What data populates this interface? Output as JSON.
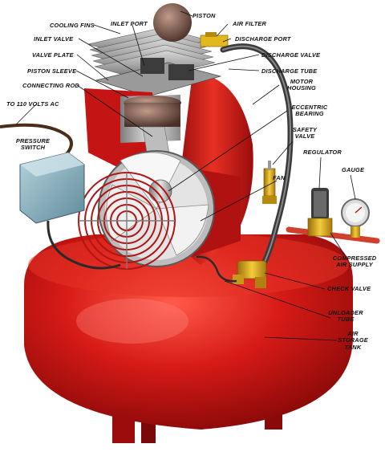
{
  "labels": {
    "cooling_fins": "COOLING FINS",
    "inlet_port": "INLET PORT",
    "piston": "PISTON",
    "air_filter": "AIR FILTER",
    "inlet_valve": "INLET VALVE",
    "discharge_port": "DISCHARGE PORT",
    "valve_plate": "VALVE PLATE",
    "discharge_valve": "DISCHARGE VALVE",
    "piston_sleeve": "PISTON SLEEVE",
    "discharge_tube": "DISCHARGE TUBE",
    "connecting_rod": "CONNECTING ROD",
    "motor_housing": "MOTOR HOUSING",
    "to_110_volts": "TO 110 VOLTS AC",
    "eccentric_bearing": "ECCENTRIC BEARING",
    "safety_valve": "SAFETY VALVE",
    "pressure_switch": "PRESSURE SWITCH",
    "regulator": "REGULATOR",
    "gauge": "GAUGE",
    "fan": "FAN",
    "compressed_air_supply": "COMPRESSED AIR SUPPLY",
    "check_valve": "CHECK VALVE",
    "unloader_tube": "UNLOADER TUBE",
    "air_storage_tank": "AIR STORAGE TANK"
  },
  "colors": {
    "tank_red": "#d01818",
    "cylinder_gray": "#b8b8b8",
    "brass": "#d8a820",
    "switch_blue": "#8fb8c8",
    "leader_line": "#111111"
  }
}
